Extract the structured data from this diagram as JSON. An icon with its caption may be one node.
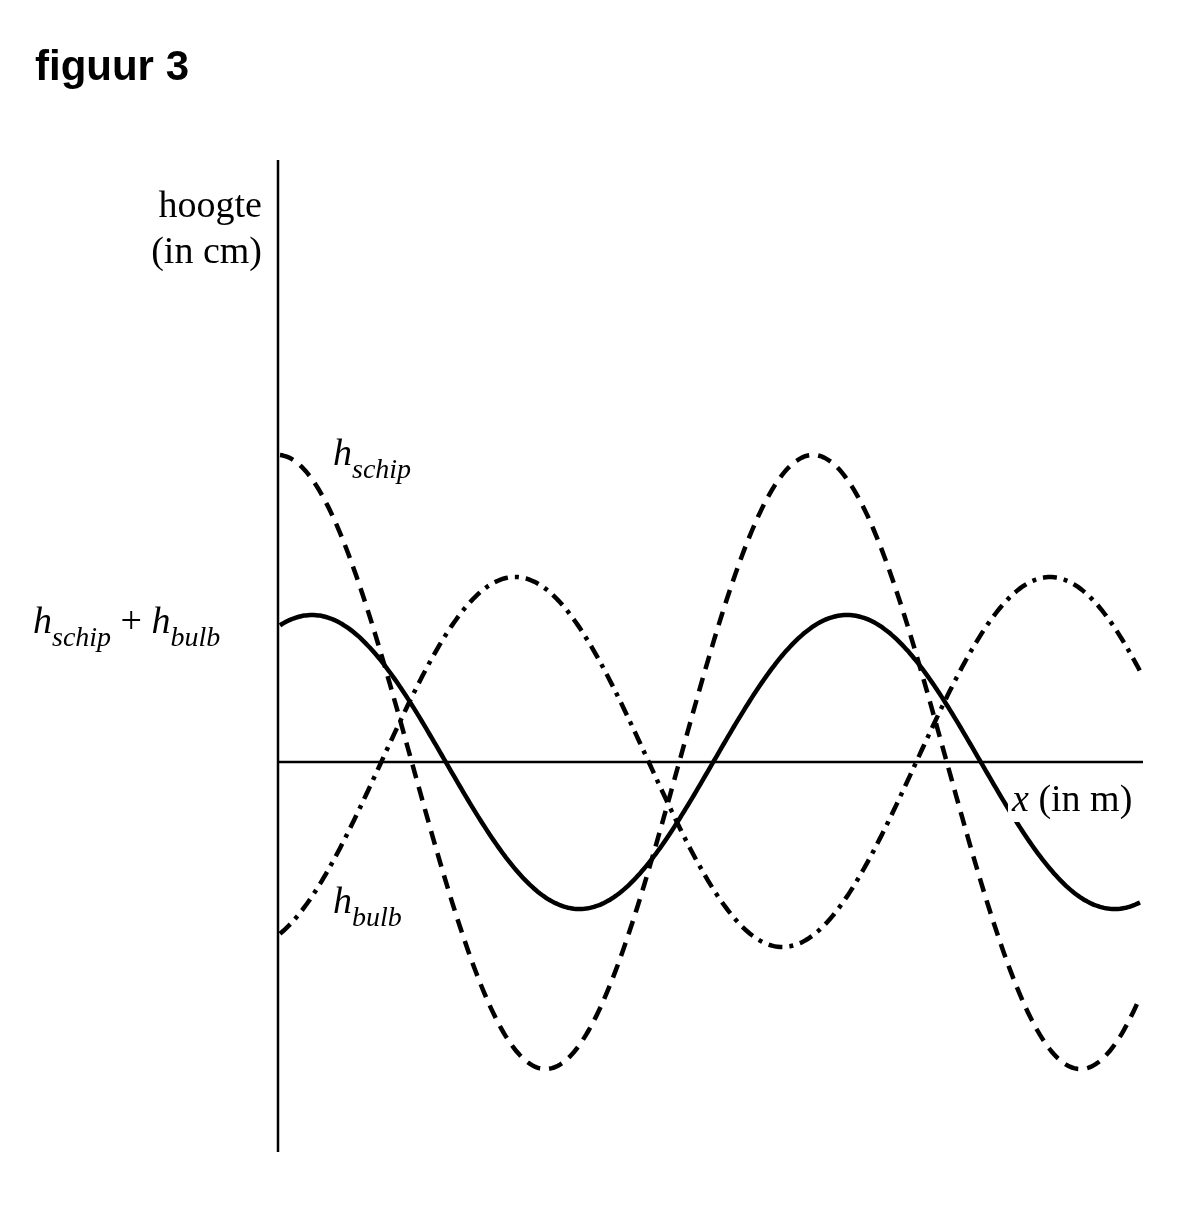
{
  "diagram": {
    "title": "figuur 3",
    "labels": [
      "hoogte (in cm)",
      "h$_{schip}$",
      "*h*$_{schip}$ + *h*$_{bulb}$",
      "h$_{bulb}$",
      "*x* (in m)"
    ]
  }
}
